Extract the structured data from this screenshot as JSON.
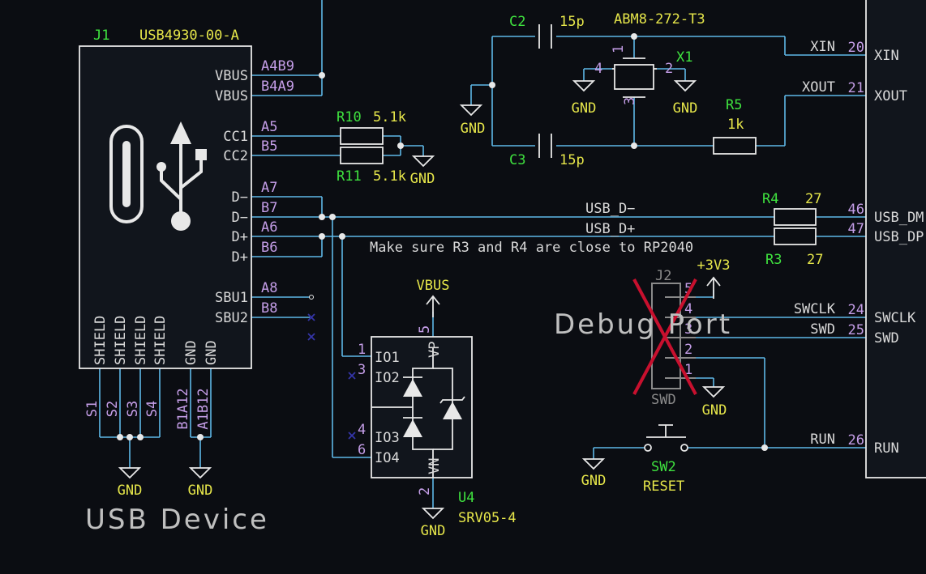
{
  "j1": {
    "ref": "J1",
    "value": "USB4930-00-A",
    "title": "USB Device",
    "right_pins": [
      {
        "name": "VBUS",
        "pad": "A4B9"
      },
      {
        "name": "VBUS",
        "pad": "B4A9"
      },
      {
        "name": "CC1",
        "pad": "A5"
      },
      {
        "name": "CC2",
        "pad": "B5"
      },
      {
        "name": "D−",
        "pad": "A7"
      },
      {
        "name": "D−",
        "pad": "B7"
      },
      {
        "name": "D+",
        "pad": "A6"
      },
      {
        "name": "D+",
        "pad": "B6"
      },
      {
        "name": "SBU1",
        "pad": "A8"
      },
      {
        "name": "SBU2",
        "pad": "B8"
      }
    ],
    "bottom_pins": [
      {
        "name": "SHIELD",
        "pad": "S1"
      },
      {
        "name": "SHIELD",
        "pad": "S2"
      },
      {
        "name": "SHIELD",
        "pad": "S3"
      },
      {
        "name": "SHIELD",
        "pad": "S4"
      },
      {
        "name": "GND",
        "pad": "B1A12"
      },
      {
        "name": "GND",
        "pad": "A1B12"
      }
    ]
  },
  "r10": {
    "ref": "R10",
    "value": "5.1k"
  },
  "r11": {
    "ref": "R11",
    "value": "5.1k"
  },
  "r5": {
    "ref": "R5",
    "value": "1k"
  },
  "r4": {
    "ref": "R4",
    "value": "27"
  },
  "r3": {
    "ref": "R3",
    "value": "27"
  },
  "c2": {
    "ref": "C2",
    "value": "15p"
  },
  "c3": {
    "ref": "C3",
    "value": "15p"
  },
  "x1": {
    "ref": "X1",
    "value": "ABM8-272-T3",
    "pads": [
      "1",
      "2",
      "3",
      "4"
    ]
  },
  "u4": {
    "ref": "U4",
    "value": "SRV05-4",
    "pins": [
      {
        "name": "IO1",
        "pad": "1"
      },
      {
        "name": "IO2",
        "pad": "3"
      },
      {
        "name": "IO3",
        "pad": "4"
      },
      {
        "name": "IO4",
        "pad": "6"
      },
      {
        "name": "VP",
        "pad": "5"
      },
      {
        "name": "VN",
        "pad": "2"
      }
    ]
  },
  "j2": {
    "ref": "J2",
    "value": "SWD",
    "pads": [
      "5",
      "4",
      "3",
      "2",
      "1"
    ],
    "label": "Debug Port"
  },
  "sw2": {
    "ref": "SW2",
    "value": "RESET"
  },
  "rp2040_pins": [
    {
      "net": "XIN",
      "pad": "20",
      "name": "XIN"
    },
    {
      "net": "XOUT",
      "pad": "21",
      "name": "XOUT"
    },
    {
      "net": "",
      "pad": "46",
      "name": "USB_DM"
    },
    {
      "net": "",
      "pad": "47",
      "name": "USB_DP"
    },
    {
      "net": "SWCLK",
      "pad": "24",
      "name": "SWCLK"
    },
    {
      "net": "SWD",
      "pad": "25",
      "name": "SWD"
    },
    {
      "net": "RUN",
      "pad": "26",
      "name": "RUN"
    }
  ],
  "nets": {
    "usb_dm": "USB_D−",
    "usb_dp": "USB_D+"
  },
  "power": {
    "gnd": "GND",
    "vbus": "VBUS",
    "v3v3": "+3V3"
  },
  "note": "Make sure R3 and R4 are close to RP2040",
  "colors": {
    "wire": "#5eb8e8",
    "reference": "#3fe23f",
    "value": "#e6e64a",
    "pad_number": "#c59ee8",
    "pin_name": "#d9d9d9",
    "dnp_cross": "#c8102e",
    "background": "#0b0d12"
  }
}
